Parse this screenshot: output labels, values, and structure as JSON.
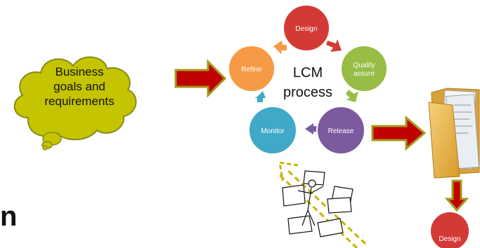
{
  "cloud": {
    "lines": [
      "Business",
      "goals and",
      "requirements"
    ],
    "fill": "#c4c400",
    "stroke": "#8a8a1a"
  },
  "lcm": {
    "center_lines": [
      "LCM",
      "process"
    ],
    "nodes": [
      {
        "id": "design",
        "label": "Design",
        "color": "#d33a36"
      },
      {
        "id": "quality",
        "label": "Quality assure",
        "lines": [
          "Quality",
          "assure"
        ],
        "color": "#97bd45"
      },
      {
        "id": "release",
        "label": "Release",
        "color": "#7b5a9e"
      },
      {
        "id": "monitor",
        "label": "Monitor",
        "color": "#3fa9c7"
      },
      {
        "id": "refine",
        "label": "Refine",
        "color": "#f69a45"
      }
    ]
  },
  "output_node": {
    "label": "Design",
    "color": "#d33a36"
  },
  "partial_text": "n",
  "colors": {
    "arrow_fill": "#c00000",
    "arrow_outline": "#a59a18",
    "folder": "#e8b54a",
    "dash_arrow": "#c8b400"
  },
  "icons": {
    "folder": "documents-folder-icon",
    "stick_figure": "person-with-papers-icon"
  }
}
